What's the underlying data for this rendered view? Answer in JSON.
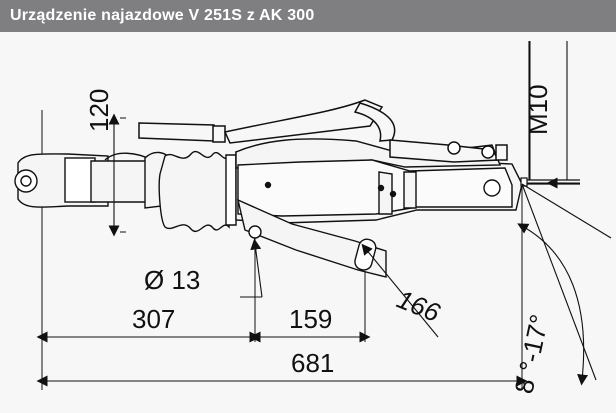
{
  "header": {
    "title": "Urządzenie najazdowe V 251S z AK 300"
  },
  "dimensions": {
    "height_label": "120",
    "thread_label": "M10",
    "hole_label": "Ø  13",
    "length_to_axle_label": "307",
    "hole_distance_label": "159",
    "slot_length_label": "166",
    "overall_length_label": "681",
    "angle_label": "8 °-17°"
  },
  "colors": {
    "title_background": "#7f7f82",
    "line": "#111111",
    "panel_background": "#f7f7f7"
  }
}
